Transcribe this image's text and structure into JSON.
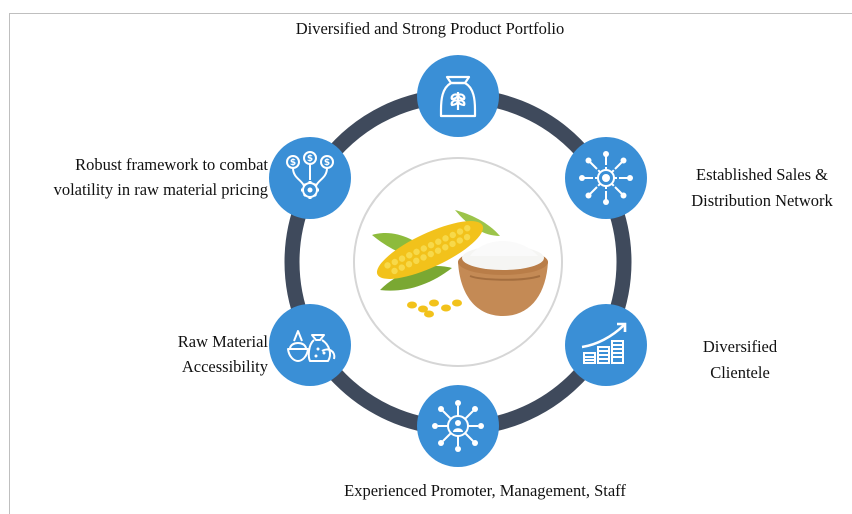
{
  "diagram": {
    "center_image_icon": "corn-and-starch-bowl",
    "ring_color": "#3f4a5c",
    "node_color": "#3a8fd6",
    "nodes": [
      {
        "icon": "flour-sack-icon",
        "label_lines": [
          "Diversified and Strong Product Portfolio"
        ]
      },
      {
        "icon": "distribution-network-icon",
        "label_lines": [
          "Established Sales &",
          "Distribution Network"
        ]
      },
      {
        "icon": "growth-chart-icon",
        "label_lines": [
          "Diversified",
          "Clientele"
        ]
      },
      {
        "icon": "people-network-icon",
        "label_lines": [
          "Experienced Promoter, Management, Staff"
        ]
      },
      {
        "icon": "raw-material-icon",
        "label_lines": [
          "Raw Material",
          "Accessibility"
        ]
      },
      {
        "icon": "price-framework-icon",
        "label_lines": [
          "Robust framework to combat",
          "volatility in raw material pricing"
        ]
      }
    ]
  }
}
